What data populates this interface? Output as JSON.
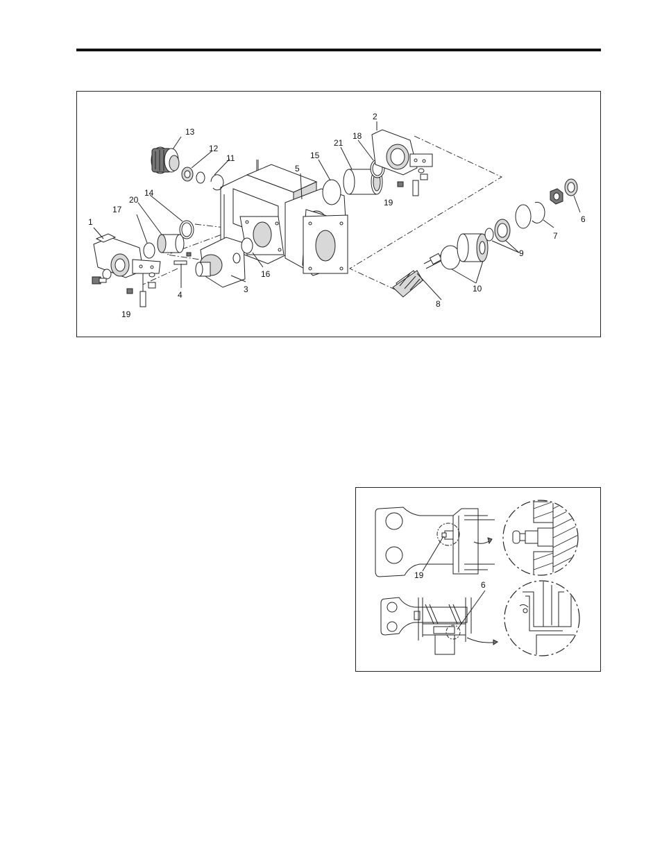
{
  "figure1": {
    "callouts": {
      "c1": "1",
      "c2": "2",
      "c3": "3",
      "c4": "4",
      "c5": "5",
      "c6": "6",
      "c7": "7",
      "c8": "8",
      "c9": "9",
      "c10": "10",
      "c11": "11",
      "c12": "12",
      "c13": "13",
      "c14": "14",
      "c15": "15",
      "c16": "16",
      "c17": "17",
      "c18": "18",
      "c19a": "19",
      "c19b": "19",
      "c20": "20",
      "c21": "21"
    }
  },
  "figure2": {
    "callouts": {
      "c19": "19",
      "c6": "6"
    }
  }
}
